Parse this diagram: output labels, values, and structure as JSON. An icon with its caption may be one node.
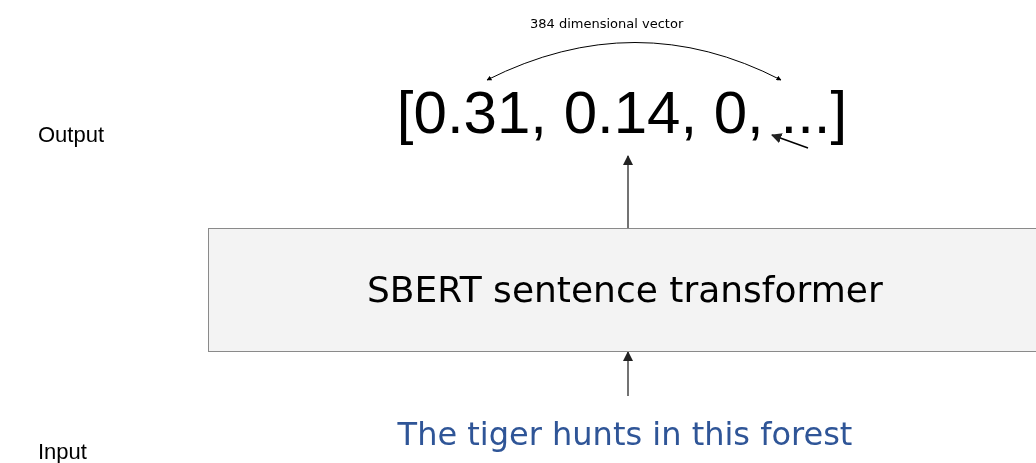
{
  "diagram": {
    "nodes": [
      {
        "text": [
          "[0.31, 0.14, 0, ...]"
        ]
      },
      {
        "text": [
          "SBERT sentence transformer"
        ]
      },
      {
        "text": [
          "The tiger hunts in this forest"
        ]
      }
    ],
    "edges": [
      {
        "from": 2,
        "to": 1,
        "arrow": "to"
      },
      {
        "from": 1,
        "to": 0,
        "arrow": "to"
      },
      {
        "from": null,
        "to": 0,
        "arrow": "to"
      }
    ],
    "labels": [
      "384 dimensional vector",
      "Output",
      "Input"
    ]
  }
}
